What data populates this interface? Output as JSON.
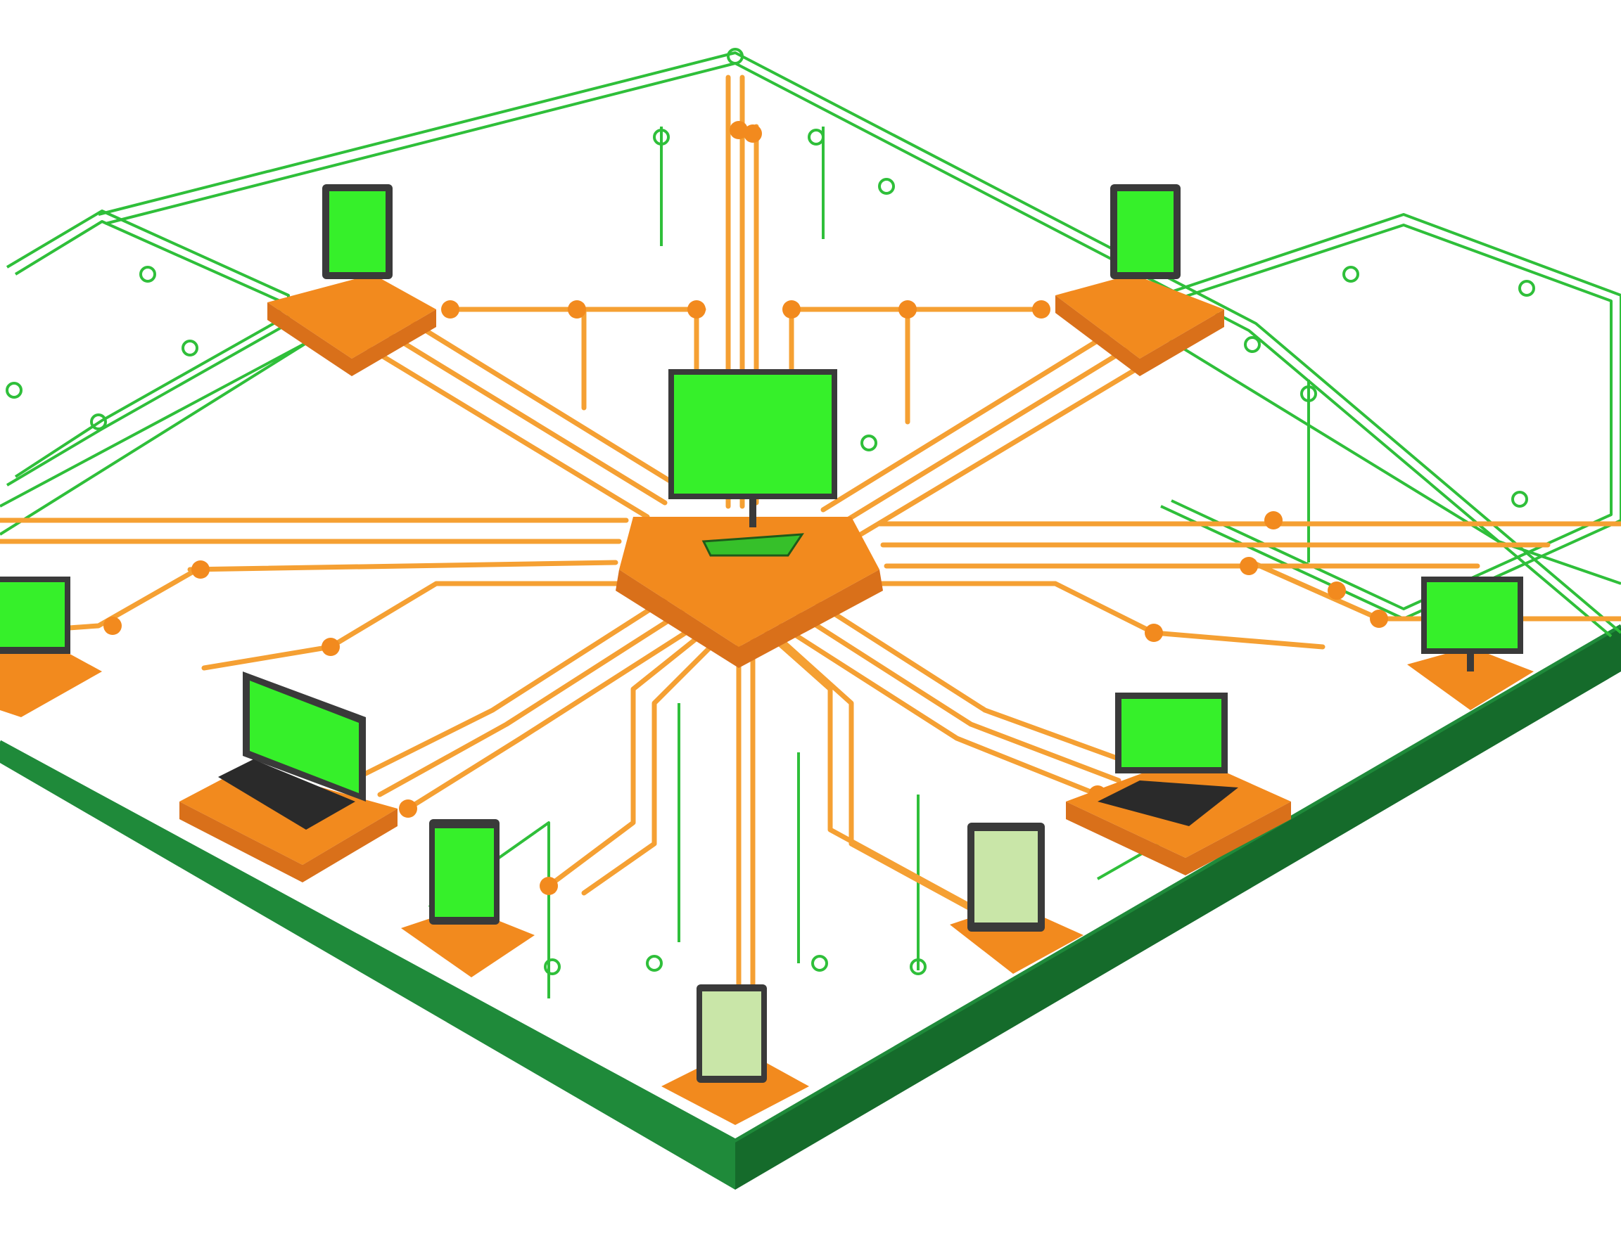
{
  "colors": {
    "background": "#ffffff",
    "board_top": "#ffffff",
    "board_edge": "#1f8a3a",
    "board_edge_dark": "#156b2b",
    "trace_orange": "#f5a033",
    "pad_orange": "#f28a1e",
    "pad_orange_dark": "#d9701a",
    "trace_green": "#2fbf3a",
    "screen_green": "#36f02a",
    "screen_green_pale": "#c9e6a8",
    "device_frame": "#3a3a3a",
    "keyboard": "#2a2a2a"
  },
  "diagram": {
    "hub": {
      "name": "central-hub",
      "device": "desktop-monitor"
    },
    "nodes": [
      {
        "name": "node-top-left",
        "device": "tablet"
      },
      {
        "name": "node-top-right",
        "device": "tablet"
      },
      {
        "name": "node-left",
        "device": "desktop-monitor"
      },
      {
        "name": "node-right",
        "device": "desktop-monitor"
      },
      {
        "name": "node-laptop-left",
        "device": "laptop"
      },
      {
        "name": "node-laptop-right",
        "device": "laptop"
      },
      {
        "name": "node-tablet-lower-left",
        "device": "tablet"
      },
      {
        "name": "node-tablet-lower-right",
        "device": "tablet-pale"
      },
      {
        "name": "node-tablet-bottom",
        "device": "tablet-pale"
      }
    ],
    "connections": [
      {
        "from": "central-hub",
        "to": "node-top-left"
      },
      {
        "from": "central-hub",
        "to": "node-top-right"
      },
      {
        "from": "central-hub",
        "to": "node-left"
      },
      {
        "from": "central-hub",
        "to": "node-right"
      },
      {
        "from": "central-hub",
        "to": "node-laptop-left"
      },
      {
        "from": "central-hub",
        "to": "node-laptop-right"
      },
      {
        "from": "central-hub",
        "to": "node-tablet-lower-left"
      },
      {
        "from": "central-hub",
        "to": "node-tablet-lower-right"
      },
      {
        "from": "central-hub",
        "to": "node-tablet-bottom"
      }
    ]
  }
}
